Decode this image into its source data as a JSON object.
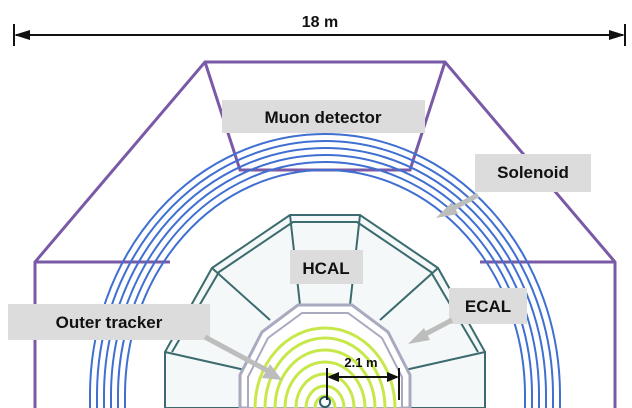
{
  "dimension_total": "18 m",
  "dimension_inner": "2.1 m",
  "labels": {
    "muon_detector": "Muon detector",
    "solenoid": "Solenoid",
    "hcal": "HCAL",
    "ecal": "ECAL",
    "outer_tracker": "Outer tracker"
  },
  "colors": {
    "muon_outline": "#7a5aa6",
    "solenoid": "#3f6fd1",
    "hcal": "#3b6b6e",
    "ecal_outline": "#b5b5c8",
    "tracker": "#c6e84a",
    "label_box": "#dcdcdc",
    "arrow": "#bdbdbd"
  }
}
